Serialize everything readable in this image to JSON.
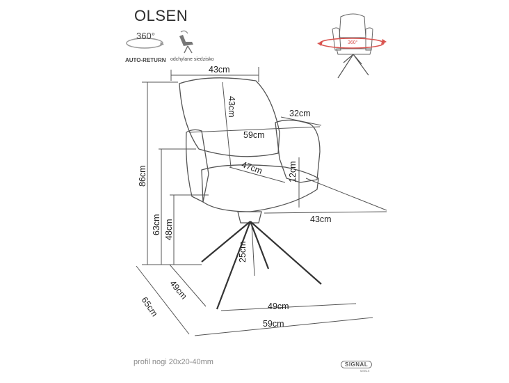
{
  "product": {
    "name": "OLSEN"
  },
  "features": {
    "rotation_label": "360°",
    "auto_return_label": "AUTO-RETURN",
    "tilted_seat_label": "odchylane siedzisko",
    "top_right_rotation_label": "360°"
  },
  "dimensions": {
    "backrest_width": "43cm",
    "backrest_height": "43cm",
    "armrest_depth": "32cm",
    "overall_width_top": "59cm",
    "seat_depth": "47cm",
    "armrest_height": "12cm",
    "total_height": "86cm",
    "armrest_floor_height": "63cm",
    "seat_height": "48cm",
    "seat_width": "43cm",
    "leg_height": "25cm",
    "base_depth": "49cm",
    "base_width": "49cm",
    "overall_depth": "65cm",
    "overall_width_bottom": "59cm"
  },
  "footer": {
    "leg_profile": "profil nogi 20x20-40mm",
    "brand": "SIGNAL",
    "brand_sub": "MEBLE"
  }
}
